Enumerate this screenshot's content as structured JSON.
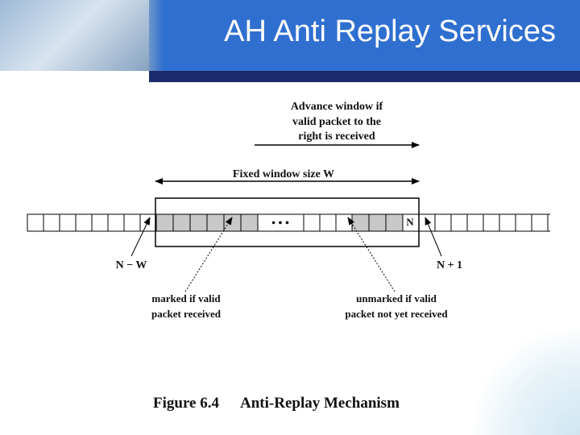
{
  "slide": {
    "title": "AH Anti Replay Services"
  },
  "diagram": {
    "advance_label": [
      "Advance window if",
      "valid packet to the",
      "right is received"
    ],
    "window_label": "Fixed window size W",
    "ellipsis": "• • •",
    "n_cell_label": "N",
    "left_edge_label": "N − W",
    "right_edge_label": "N + 1",
    "marked_label": [
      "marked if valid",
      "packet received"
    ],
    "unmarked_label": [
      "unmarked if valid",
      "packet not yet received"
    ],
    "caption_number": "Figure 6.4",
    "caption_text": "Anti-Replay Mechanism",
    "colors": {
      "marked_cell": "#c8c8c8",
      "unmarked_cell": "#ffffff",
      "header_blue": "#2f6fd0",
      "header_dark": "#1c2b6b"
    }
  }
}
